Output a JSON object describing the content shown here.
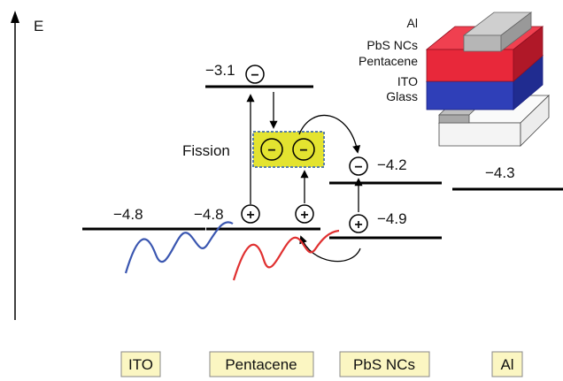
{
  "axis": {
    "label": "E"
  },
  "levels": {
    "ito": "−4.8",
    "pentacene_lumo": "−3.1",
    "pentacene_homo": "−4.8",
    "pbs_lumo": "−4.2",
    "pbs_homo": "−4.9",
    "al": "−4.3"
  },
  "charges": {
    "electron": "−",
    "hole": "+"
  },
  "fission": {
    "label": "Fission"
  },
  "device_layers": [
    "Al",
    "PbS NCs",
    "Pentacene",
    "ITO",
    "Glass"
  ],
  "materials": [
    "ITO",
    "Pentacene",
    "PbS NCs",
    "Al"
  ],
  "colors": {
    "fission_fill": "#e3e330",
    "fission_border": "#5a7fa8",
    "label_box_fill": "#fbf6c2",
    "photon_blue": "#3a56b0",
    "photon_red": "#e03030",
    "layer_red": "#e8283a",
    "layer_blue": "#2f3fb8"
  }
}
